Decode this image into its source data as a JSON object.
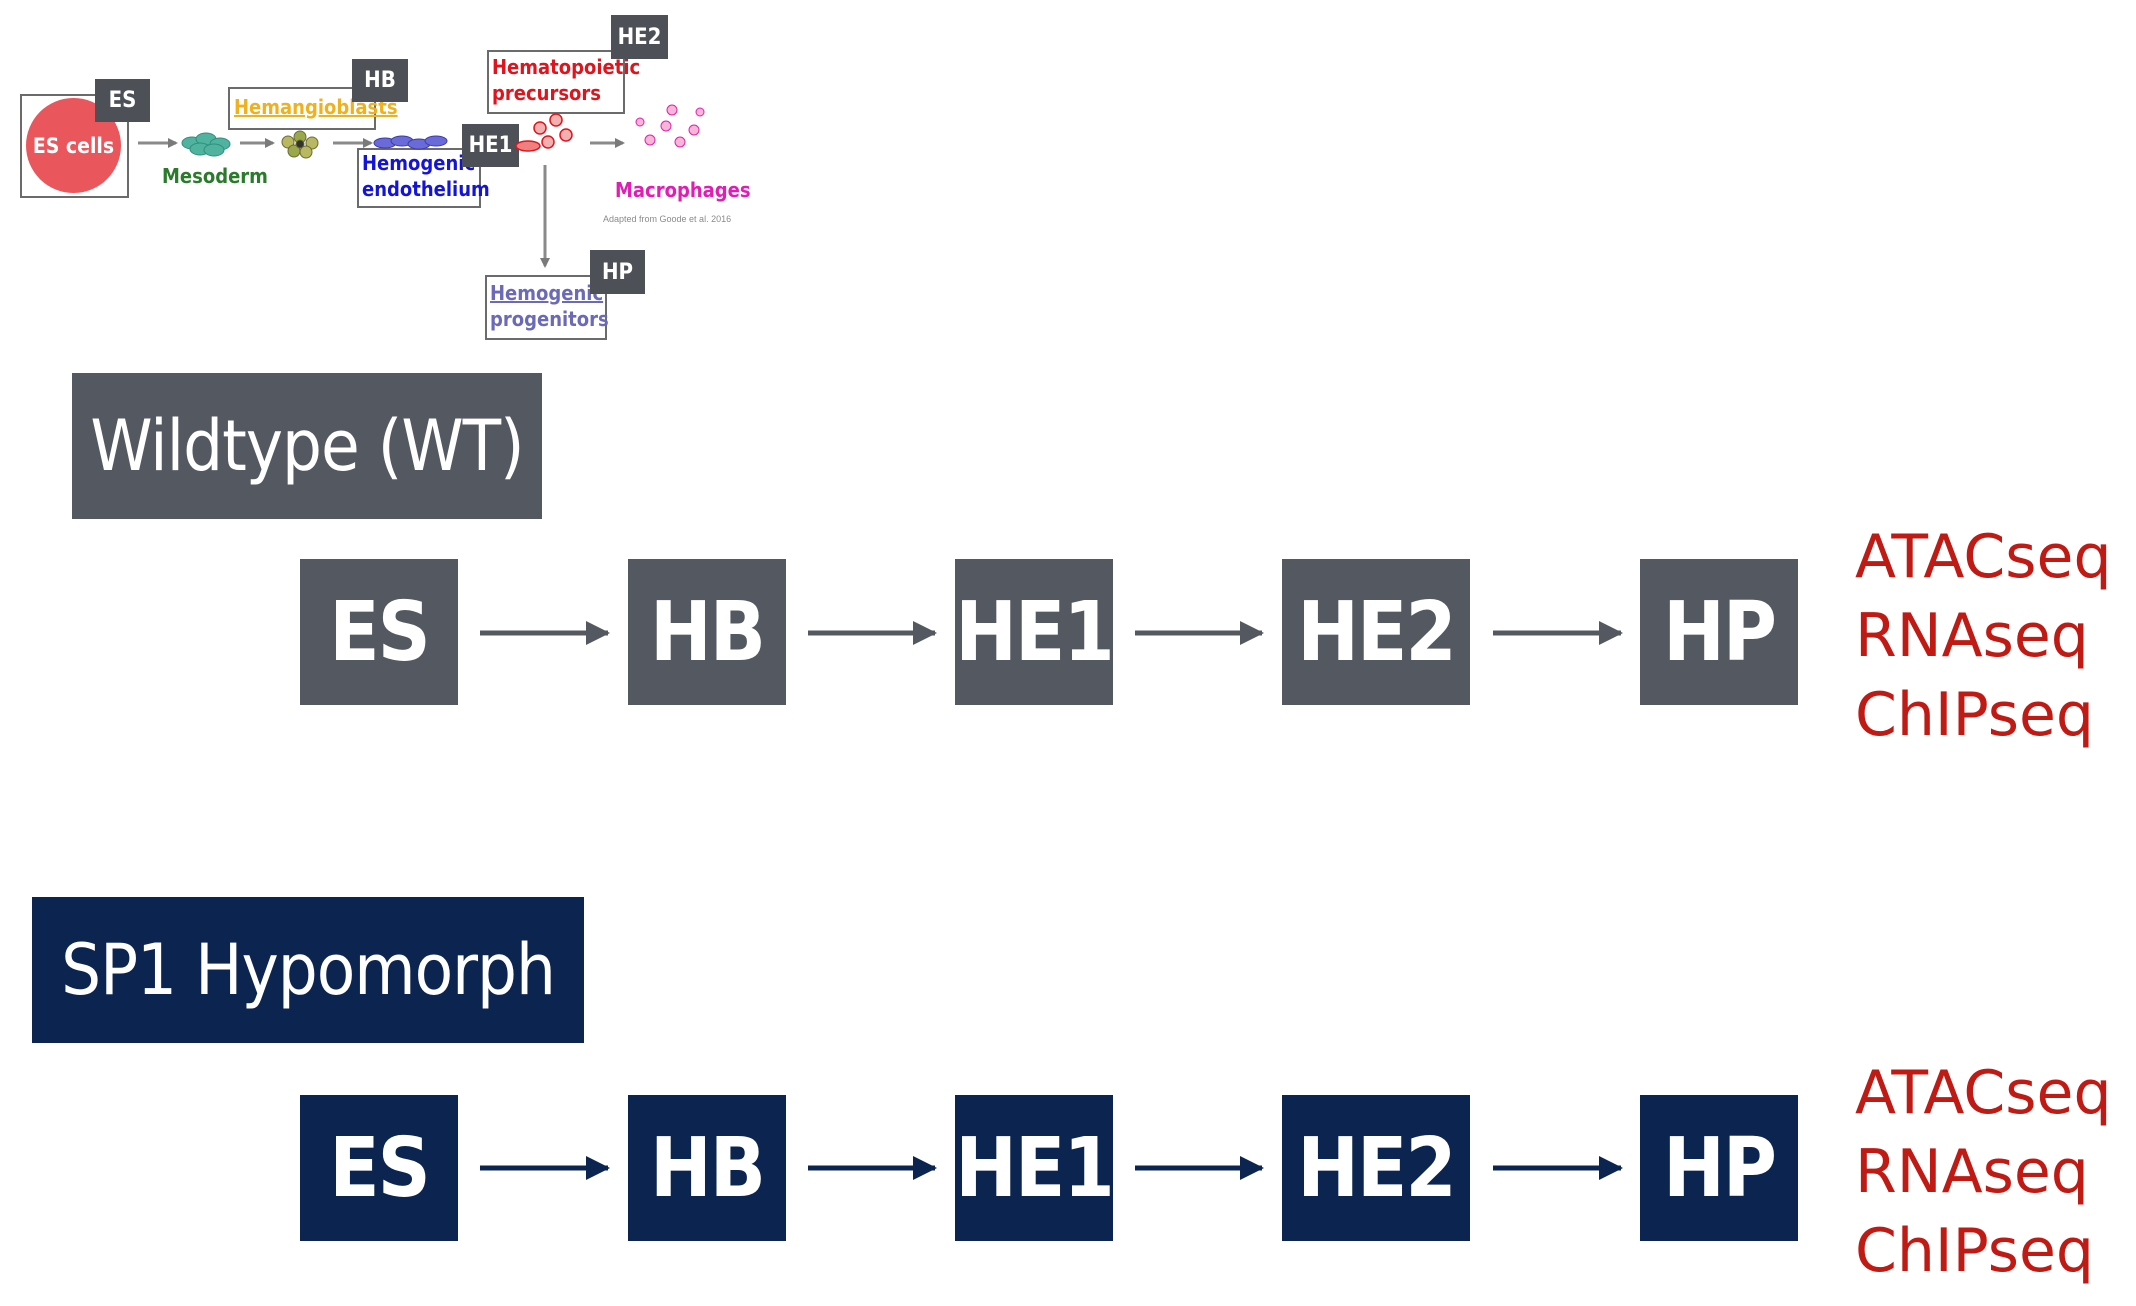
{
  "schematic": {
    "tags": {
      "es": "ES",
      "hb": "HB",
      "he1": "HE1",
      "he2": "HE2",
      "hp": "HP"
    },
    "es_cells": "ES cells",
    "mesoderm": "Mesoderm",
    "hemangioblasts": "Hemangioblasts",
    "hemogenic_endothelium": [
      "Hemogenic",
      "endothelium"
    ],
    "hematopoietic_precursors": [
      "Hematopoietic",
      "precursors"
    ],
    "hemogenic_progenitors": [
      "Hemogenic",
      "progenitors"
    ],
    "macrophages": "Macrophages",
    "credit": "Adapted from Goode et al. 2016"
  },
  "rows": [
    {
      "title": "Wildtype (WT)",
      "stages": [
        "ES",
        "HB",
        "HE1",
        "HE2",
        "HP"
      ],
      "assays": [
        "ATACseq",
        "RNAseq",
        "ChIPseq"
      ]
    },
    {
      "title": "SP1 Hypomorph",
      "stages": [
        "ES",
        "HB",
        "HE1",
        "HE2",
        "HP"
      ],
      "assays": [
        "ATACseq",
        "RNAseq",
        "ChIPseq"
      ]
    }
  ],
  "colors": {
    "gray": "#545961",
    "navy": "#0c2550",
    "assay_red": "#c01a14",
    "es_circle": "#e9565c",
    "mesoderm": "#2c7a2c",
    "hemangioblasts": "#efb21e",
    "hemogenic_endothelium": "#1414d8",
    "hematopoietic_precursors": "#e0141c",
    "hemogenic_progenitors": "#6a6ab8",
    "macrophages": "#e01eb4"
  }
}
